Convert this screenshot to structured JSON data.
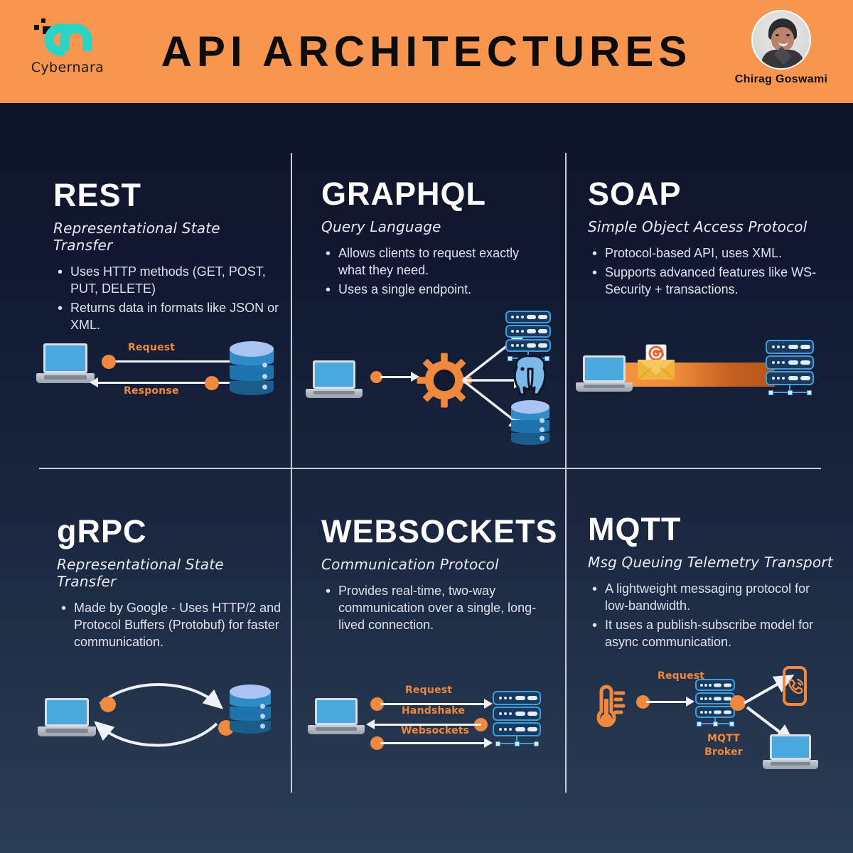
{
  "header": {
    "brand_name": "Cybernara",
    "logo_icon": "cybernara-cn-monogram",
    "title": "API ARCHITECTURES",
    "author_name": "Chirag Goswami",
    "avatar_icon": "author-portrait",
    "bg_color": "#f8954f",
    "logo_color": "#2ad4c4"
  },
  "theme": {
    "background": "#0d1326",
    "accent": "#f0883d",
    "divider": "#c9ccd6",
    "text": "#dde2ec",
    "heading": "#ffffff"
  },
  "panels": [
    {
      "id": "rest",
      "title": "REST",
      "subtitle": "Representational State Transfer",
      "bullets": [
        "Uses HTTP methods (GET, POST, PUT, DELETE)",
        "Returns data in formats like JSON or XML."
      ],
      "diagram": {
        "nodes": [
          "laptop",
          "database"
        ],
        "labels": [
          "Request",
          "Response"
        ]
      }
    },
    {
      "id": "graphql",
      "title": "GRAPHQL",
      "subtitle": "Query Language",
      "bullets": [
        "Allows clients to request exactly what they need.",
        "Uses a single endpoint."
      ],
      "diagram": {
        "nodes": [
          "laptop",
          "gear",
          "server-rack",
          "postgresql",
          "database"
        ],
        "labels": []
      }
    },
    {
      "id": "soap",
      "title": "SOAP",
      "subtitle": "Simple Object Access Protocol",
      "bullets": [
        "Protocol-based API, uses XML.",
        "Supports advanced features like WS-Security + transactions."
      ],
      "diagram": {
        "nodes": [
          "laptop",
          "envelope",
          "server-rack"
        ],
        "labels": []
      }
    },
    {
      "id": "grpc",
      "title": "gRPC",
      "subtitle": "Representational State Transfer",
      "bullets": [
        "Made by Google - Uses HTTP/2 and Protocol Buffers (Protobuf) for faster communication."
      ],
      "diagram": {
        "nodes": [
          "laptop",
          "database"
        ],
        "labels": []
      }
    },
    {
      "id": "websockets",
      "title": "WEBSOCKETS",
      "subtitle": "Communication Protocol",
      "bullets": [
        "Provides real-time, two-way communication over a single, long-lived connection."
      ],
      "diagram": {
        "nodes": [
          "laptop",
          "server-rack"
        ],
        "labels": [
          "Request",
          "Handshake",
          "Websockets"
        ]
      }
    },
    {
      "id": "mqtt",
      "title": "MQTT",
      "subtitle": "Msg Queuing Telemetry Transport",
      "bullets": [
        "A lightweight messaging protocol for low-bandwidth.",
        "It uses a publish-subscribe model for async communication."
      ],
      "diagram": {
        "nodes": [
          "thermometer",
          "server-rack",
          "phone",
          "laptop"
        ],
        "labels": [
          "Request",
          "MQTT Broker"
        ]
      }
    }
  ]
}
